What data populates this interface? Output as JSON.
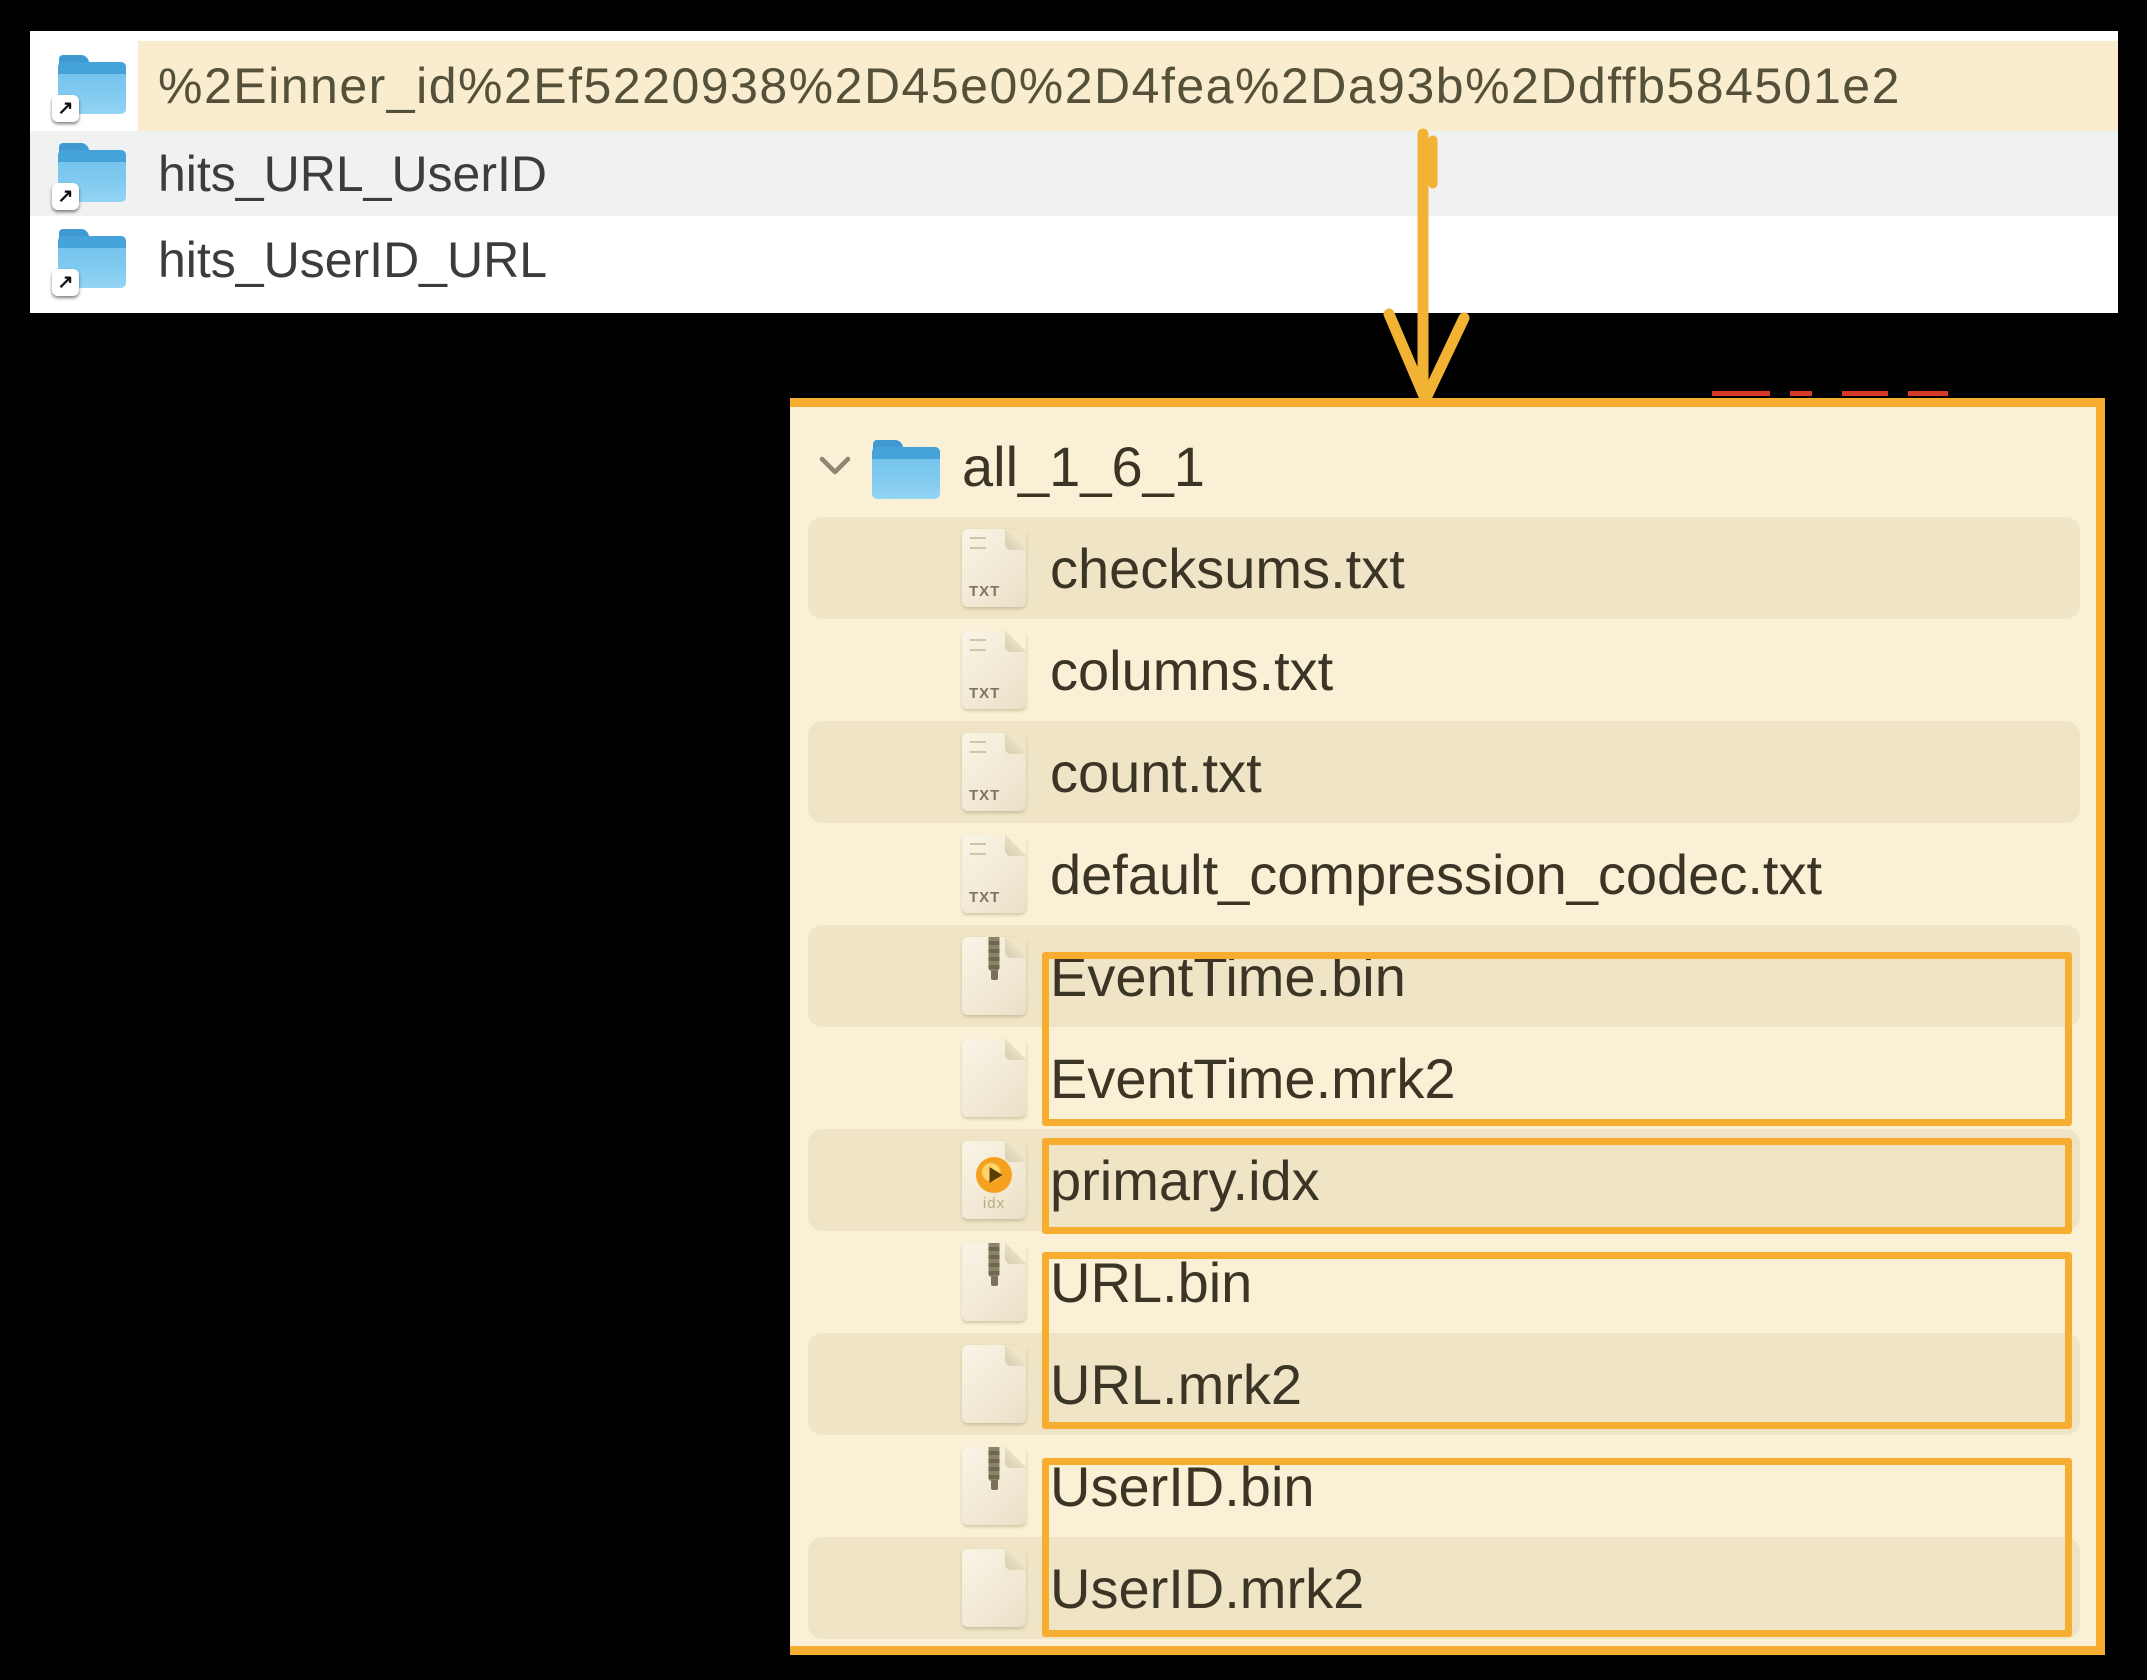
{
  "top_list": {
    "rows": [
      {
        "name": "%2Einner_id%2Ef5220938%2D45e0%2D4fea%2Da93b%2Ddffb584501e2",
        "highlighted": true
      },
      {
        "name": "hits_URL_UserID",
        "highlighted": false
      },
      {
        "name": "hits_UserID_URL",
        "highlighted": false
      }
    ]
  },
  "tree": {
    "root_folder": "all_1_6_1",
    "files": [
      {
        "name": "checksums.txt",
        "icon": "txt-file-icon"
      },
      {
        "name": "columns.txt",
        "icon": "txt-file-icon"
      },
      {
        "name": "count.txt",
        "icon": "txt-file-icon"
      },
      {
        "name": "default_compression_codec.txt",
        "icon": "txt-file-icon"
      },
      {
        "name": "EventTime.bin",
        "icon": "bin-file-icon"
      },
      {
        "name": "EventTime.mrk2",
        "icon": "blank-file-icon"
      },
      {
        "name": "primary.idx",
        "icon": "idx-file-icon"
      },
      {
        "name": "URL.bin",
        "icon": "bin-file-icon"
      },
      {
        "name": "URL.mrk2",
        "icon": "blank-file-icon"
      },
      {
        "name": "UserID.bin",
        "icon": "bin-file-icon"
      },
      {
        "name": "UserID.mrk2",
        "icon": "blank-file-icon"
      }
    ]
  },
  "icon_labels": {
    "txt": "TXT",
    "idx": "idx",
    "alias_arrow": "↗"
  },
  "annotations": {
    "accent_orange": "#F6AD30",
    "arrow_orange": "#F2B233",
    "selected_row_highlight": "#FAEDCF"
  }
}
